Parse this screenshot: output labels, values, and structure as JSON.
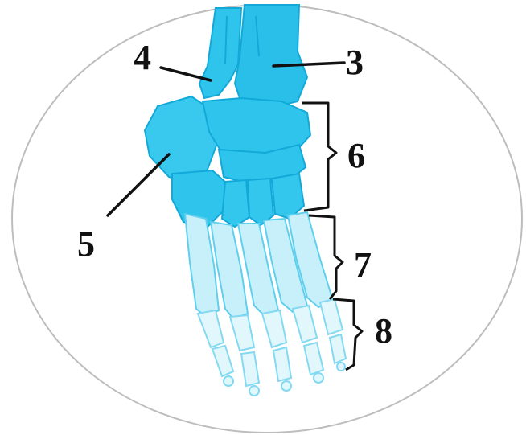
{
  "diagram": {
    "labels": [
      {
        "id": "label-3",
        "text": "3"
      },
      {
        "id": "label-4",
        "text": "4"
      },
      {
        "id": "label-5",
        "text": "5"
      },
      {
        "id": "label-6",
        "text": "6"
      },
      {
        "id": "label-7",
        "text": "7"
      },
      {
        "id": "label-8",
        "text": "8"
      }
    ],
    "colors": {
      "tarsal_bone": "#2ec4ec",
      "tarsal_bone_dark": "#12a9d9",
      "leg_bone": "#29bfe9",
      "metatarsal_fill": "#c8f0fa",
      "metatarsal_stroke": "#5fcfee",
      "phalanx_fill": "#e2f7fc",
      "phalanx_stroke": "#82d9f1",
      "outline": "#bdbdbd",
      "ink": "#111111"
    }
  }
}
